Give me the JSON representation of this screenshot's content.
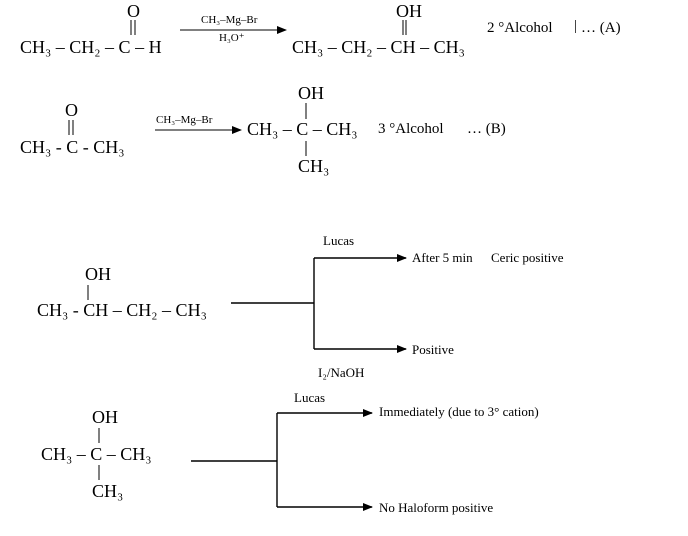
{
  "reactions": {
    "a": {
      "reactant_top": "O",
      "reactant_main": "CH₃ – CH₂ – C – H",
      "reagent_top": "CH₃–Mg–Br",
      "reagent_bottom": "H₃O⁺",
      "product_top": "OH",
      "product_main": "CH₃ – CH₂ – CH – CH₃",
      "result": "2 °Alcohol",
      "bar": "|",
      "tag": "… (A)"
    },
    "b": {
      "reactant_top": "O",
      "reactant_main": "CH₃ - C - CH₃",
      "reagent_top": "CH₃–Mg–Br",
      "product_top": "OH",
      "product_main": "CH₃ – C – CH₃",
      "product_bottom": "CH₃",
      "result": "3 °Alcohol",
      "tag": "… (B)"
    }
  },
  "tests": {
    "first": {
      "compound_top": "OH",
      "compound_main": "CH₃ - CH – CH₂ – CH₃",
      "upper_reagent": "Lucas",
      "upper_result": "After 5 min",
      "upper_extra": "Ceric positive",
      "lower_result": "Positive",
      "lower_reagent": "I₂/NaOH"
    },
    "second": {
      "compound_top": "OH",
      "compound_main": "CH₃ – C – CH₃",
      "compound_bottom": "CH₃",
      "upper_reagent": "Lucas",
      "upper_result": "Immediately (due to 3° cation)",
      "lower_result": "No Haloform positive"
    }
  }
}
